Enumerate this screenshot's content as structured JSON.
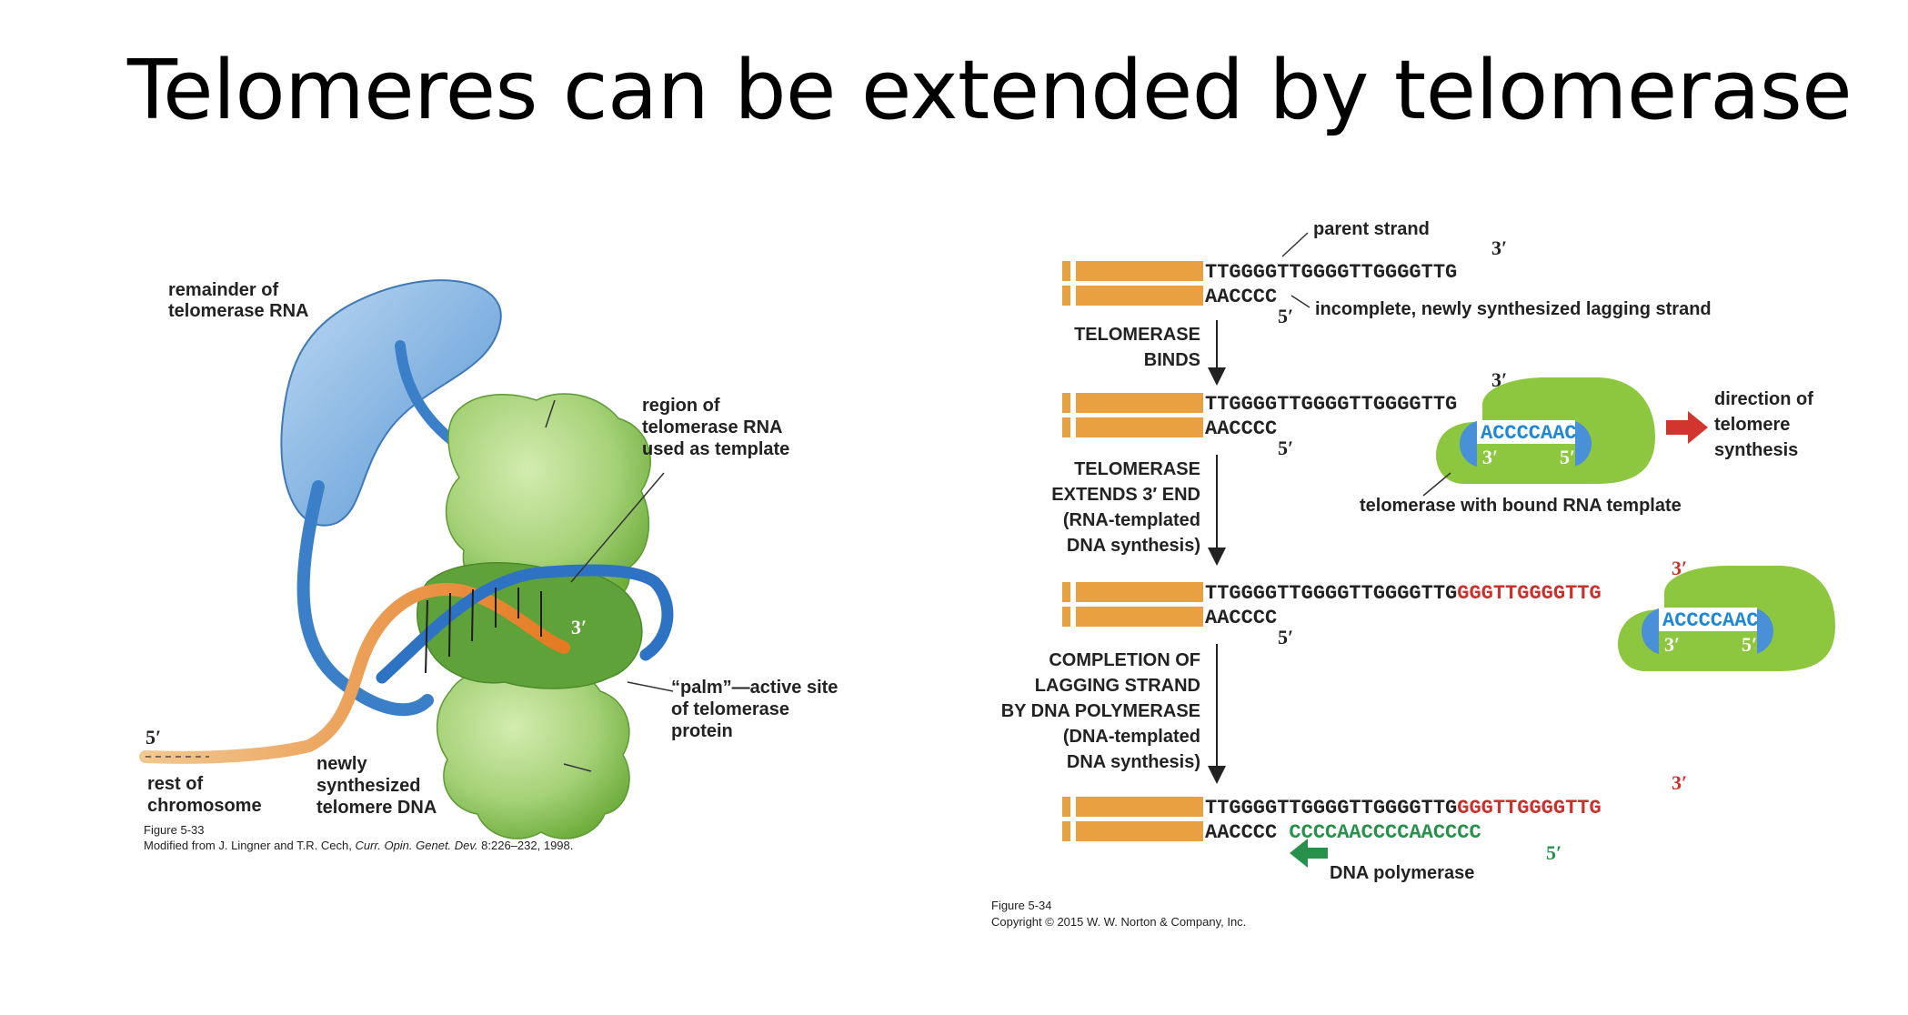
{
  "slide": {
    "title": "Telomeres can be extended by telomerase"
  },
  "left_figure": {
    "labels": {
      "remainder_rna_1": "remainder of",
      "remainder_rna_2": "telomerase RNA",
      "template_region_1": "region of",
      "template_region_2": "telomerase RNA",
      "template_region_3": "used as template",
      "palm_1": "“palm”—active site",
      "palm_2": "of telomerase",
      "palm_3": "protein",
      "five_prime": "5′",
      "three_prime": "3′",
      "rest_1": "rest of",
      "rest_2": "chromosome",
      "newly_1": "newly",
      "newly_2": "synthesized",
      "newly_3": "telomere DNA"
    },
    "caption_1": "Figure 5-33",
    "caption_2_prefix": "Modified from J. Lingner and T.R. Cech, ",
    "caption_2_journal": "Curr. Opin. Genet. Dev.",
    "caption_2_suffix": " 8:226–232, 1998."
  },
  "right_figure": {
    "parent_strand": "parent strand",
    "lagging_strand": "incomplete, newly synthesized lagging strand",
    "top_seq": "TTGGGGTTGGGGTTGGGGTTG",
    "bottom_seq": "AACCCC",
    "ext_seq": "GGGTTGGGGTTG",
    "green_seq": "CCCCAACCCCAACCCC",
    "rna_template": "ACCCCAAC",
    "three_prime": "3′",
    "five_prime": "5′",
    "step1_1": "TELOMERASE",
    "step1_2": "BINDS",
    "step2_1": "TELOMERASE",
    "step2_2": "EXTENDS 3′ END",
    "step2_3": "(RNA-templated",
    "step2_4": "DNA synthesis)",
    "step3_1": "COMPLETION OF",
    "step3_2": "LAGGING STRAND",
    "step3_3": "BY DNA POLYMERASE",
    "step3_4": "(DNA-templated",
    "step3_5": "DNA synthesis)",
    "direction_1": "direction of",
    "direction_2": "telomere",
    "direction_3": "synthesis",
    "telomerase_label": "telomerase with bound RNA template",
    "dna_polymerase": "DNA polymerase",
    "caption_1": "Figure 5-34",
    "caption_2": "Copyright © 2015 W. W. Norton & Company, Inc."
  },
  "colors": {
    "orange": "#e9a040",
    "rna_blue": "#4a90d9",
    "protein_green": "#8dc63f",
    "red": "#c8312c",
    "green_text": "#27904a"
  }
}
